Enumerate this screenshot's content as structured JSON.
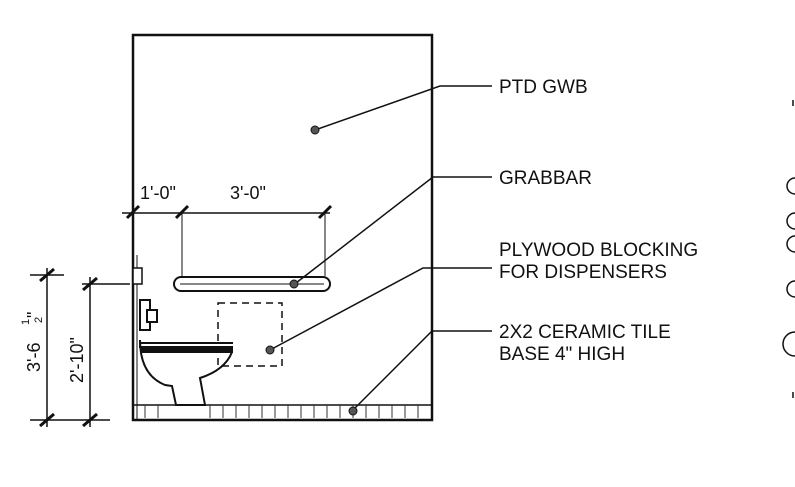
{
  "notes": {
    "finish": "PTD GWB",
    "grabbar": "GRABBAR",
    "blocking_line1": "PLYWOOD BLOCKING",
    "blocking_line2": "FOR DISPENSERS",
    "tile_line1": "2X2 CERAMIC TILE",
    "tile_line2": "BASE 4\" HIGH"
  },
  "dimensions": {
    "side_offset": "1'-0\"",
    "grabbar_length": "3'-0\"",
    "overall_height_main": "3'-6",
    "overall_height_frac_num": "1",
    "overall_height_frac_den": "2",
    "overall_height_suffix": "\"",
    "grabbar_height": "2'-10\""
  }
}
